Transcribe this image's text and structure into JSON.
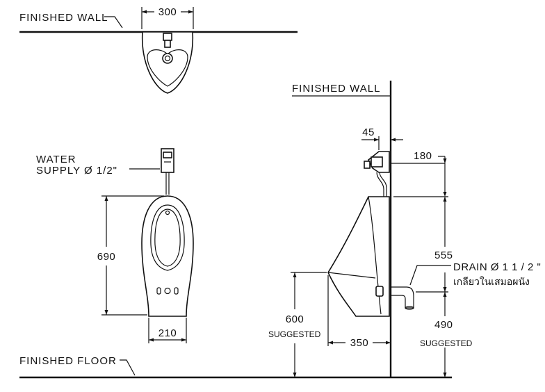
{
  "labels": {
    "finished_wall_top": "FINISHED  WALL",
    "finished_wall_side": "FINISHED  WALL",
    "finished_floor": "FINISHED  FLOOR",
    "water_supply_line1": "WATER",
    "water_supply_line2": "SUPPLY  Ø  1/2\"",
    "drain_line1": "DRAIN Ø 1 1 / 2 \"",
    "drain_line2_thai": "เกลียวในเสมอผนัง",
    "suggested_600": "SUGGESTED",
    "suggested_490": "SUGGESTED"
  },
  "dimensions": {
    "top_width": "300",
    "front_height": "690",
    "front_base_width": "210",
    "side_wall_offset": "45",
    "side_top_gap": "180",
    "side_inlet_height": "555",
    "side_rim_height": "600",
    "side_depth": "350",
    "side_drain_height": "490"
  }
}
